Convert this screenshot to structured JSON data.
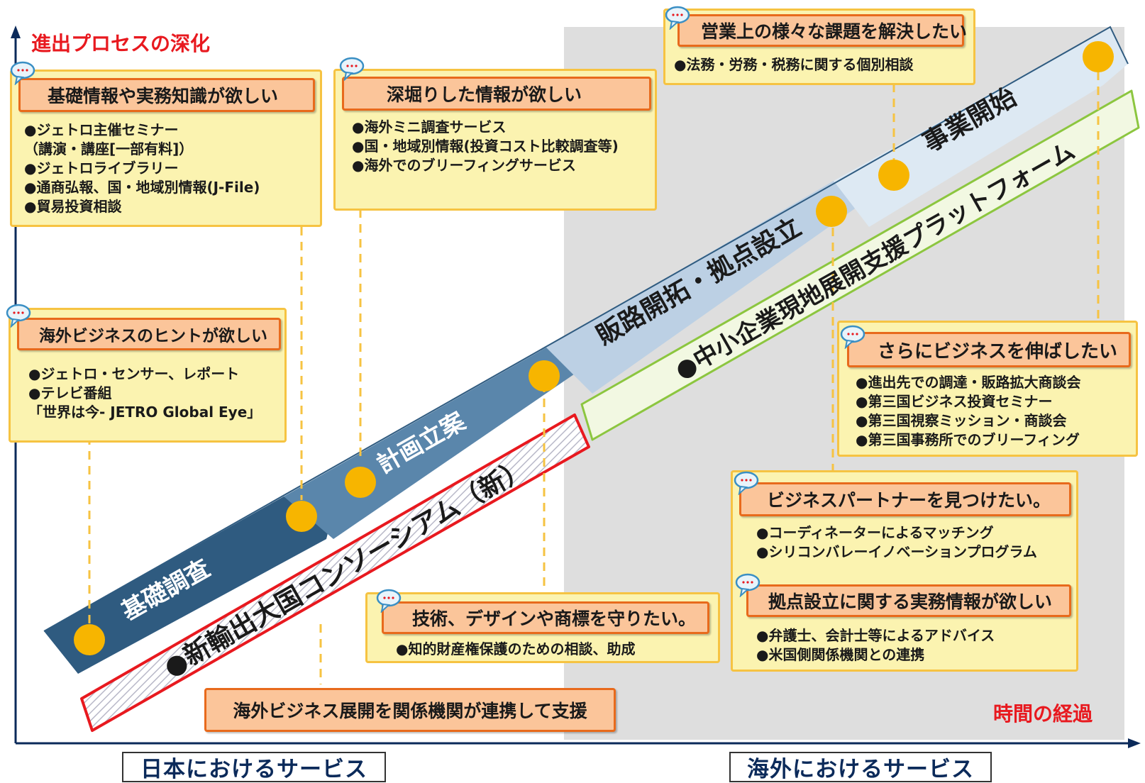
{
  "axes": {
    "y_label": "進出プロセスの深化",
    "x_label": "時間の経過"
  },
  "stages": [
    "基礎調査",
    "計画立案",
    "販路開拓・拠点設立",
    "事業開始"
  ],
  "bands": {
    "red": "●新輸出大国コンソーシアム（新）",
    "green": "●中小企業現地展開支援プラットフォーム"
  },
  "panels": {
    "basic_info": {
      "title": "基礎情報や実務知識が欲しい",
      "items": [
        "●ジェトロ主催セミナー",
        "（講演・講座[一部有料]）",
        "●ジェトロライブラリー",
        "●通商弘報、国・地域別情報(J-File)",
        "●貿易投資相談"
      ]
    },
    "hints": {
      "title": "海外ビジネスのヒントが欲しい",
      "items": [
        "●ジェトロ・センサー、レポート",
        "●テレビ番組",
        "「世界は今- JETRO Global Eye」"
      ]
    },
    "deep_info": {
      "title": "深堀りした情報が欲しい",
      "items": [
        "●海外ミニ調査サービス",
        "●国・地域別情報(投資コスト比較調査等)",
        "●海外でのブリーフィングサービス"
      ]
    },
    "issues": {
      "title": "営業上の様々な課題を解決したい",
      "items": [
        "●法務・労務・税務に関する個別相談"
      ]
    },
    "grow": {
      "title": "さらにビジネスを伸ばしたい",
      "items": [
        "●進出先での調達・販路拡大商談会",
        "●第三国ビジネス投資セミナー",
        "●第三国視察ミッション・商談会",
        "●第三国事務所でのブリーフィング"
      ]
    },
    "partner": {
      "title": "ビジネスパートナーを見つけたい。",
      "items": [
        "●コーディネーターによるマッチング",
        "●シリコンバレーイノベーションプログラム"
      ]
    },
    "base": {
      "title": "拠点設立に関する実務情報が欲しい",
      "items": [
        "●弁護士、会計士等によるアドバイス",
        "●米国側関係機関との連携"
      ]
    },
    "ip": {
      "title": "技術、デザインや商標を守りたい。",
      "items": [
        "●知的財産権保護のための相談、助成"
      ]
    }
  },
  "footer_banner": "海外ビジネス展開を関係機関が連携して支援",
  "services": {
    "japan": "日本におけるサービス",
    "overseas": "海外におけるサービス"
  },
  "colors": {
    "accent_red": "#e8191f",
    "panel_fill": "#fbf3b0",
    "panel_border": "#f6c342",
    "header_fill": "#fbc59a",
    "header_border": "#e86a1c",
    "stage_dark": "#2f5b80",
    "stage_mid": "#5a86ab",
    "stage_light": "#bcd0e4",
    "stage_lightest": "#dde9f3",
    "dot": "#f7b500",
    "green_band": "#8cc63f"
  }
}
